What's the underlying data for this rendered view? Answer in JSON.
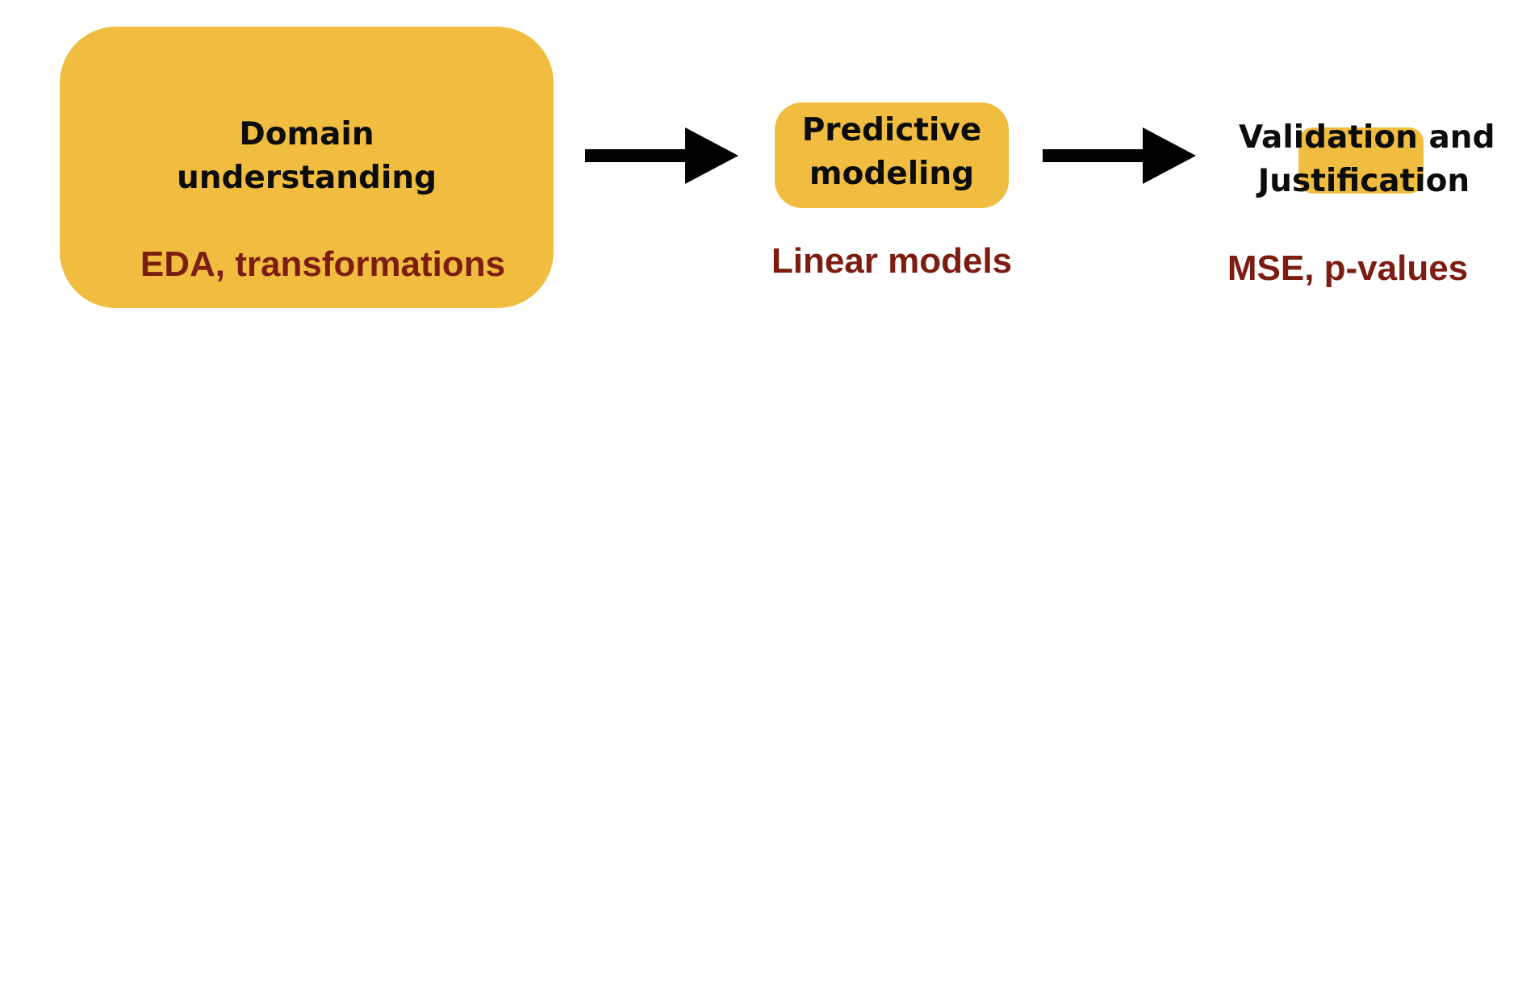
{
  "colors": {
    "box_fill": "#f0bd40",
    "title_text": "#0c0c0c",
    "subtitle_text": "#7d1d12",
    "arrow": "#000000"
  },
  "stages": [
    {
      "title_lines": [
        "Domain",
        "understanding"
      ],
      "subtitle": "EDA, transformations"
    },
    {
      "title_lines": [
        "Predictive",
        "modeling"
      ],
      "subtitle": "Linear models"
    },
    {
      "title_lines": [
        "Validation and",
        "Justification"
      ],
      "subtitle": "MSE, p-values"
    }
  ],
  "connectors": [
    {
      "from": "Domain understanding",
      "to": "Predictive modeling",
      "icon": "arrow-right-icon"
    },
    {
      "from": "Predictive modeling",
      "to": "Validation and Justification",
      "icon": "arrow-right-icon"
    }
  ]
}
